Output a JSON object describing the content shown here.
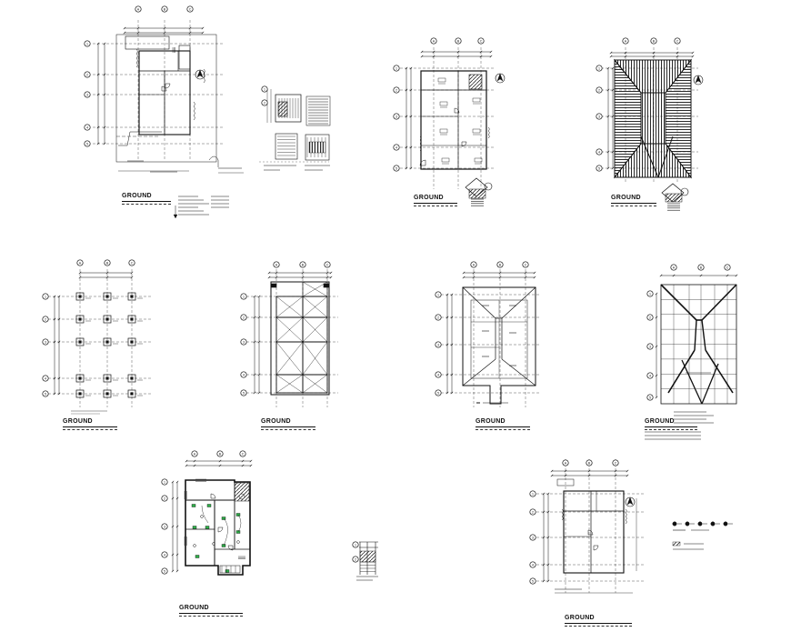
{
  "drawing_sheet": {
    "background": "#ffffff",
    "line_color": "#111111",
    "accent_color": "#2fb14a"
  },
  "views": [
    {
      "id": "site-plan",
      "caption": "GROUND"
    },
    {
      "id": "floor-plan-dimensioned",
      "caption": "GROUND"
    },
    {
      "id": "roof-plan-hatched",
      "caption": "GROUND"
    },
    {
      "id": "column-layout",
      "caption": "GROUND"
    },
    {
      "id": "beam-layout",
      "caption": "GROUND"
    },
    {
      "id": "roof-outline",
      "caption": "GROUND"
    },
    {
      "id": "roof-framing",
      "caption": "GROUND"
    },
    {
      "id": "electrical-plan",
      "caption": "GROUND"
    },
    {
      "id": "floor-plan-small",
      "caption": "GROUND"
    }
  ],
  "grid_bubbles": [
    "A",
    "B",
    "C",
    "1",
    "2",
    "3",
    "4",
    "5"
  ]
}
